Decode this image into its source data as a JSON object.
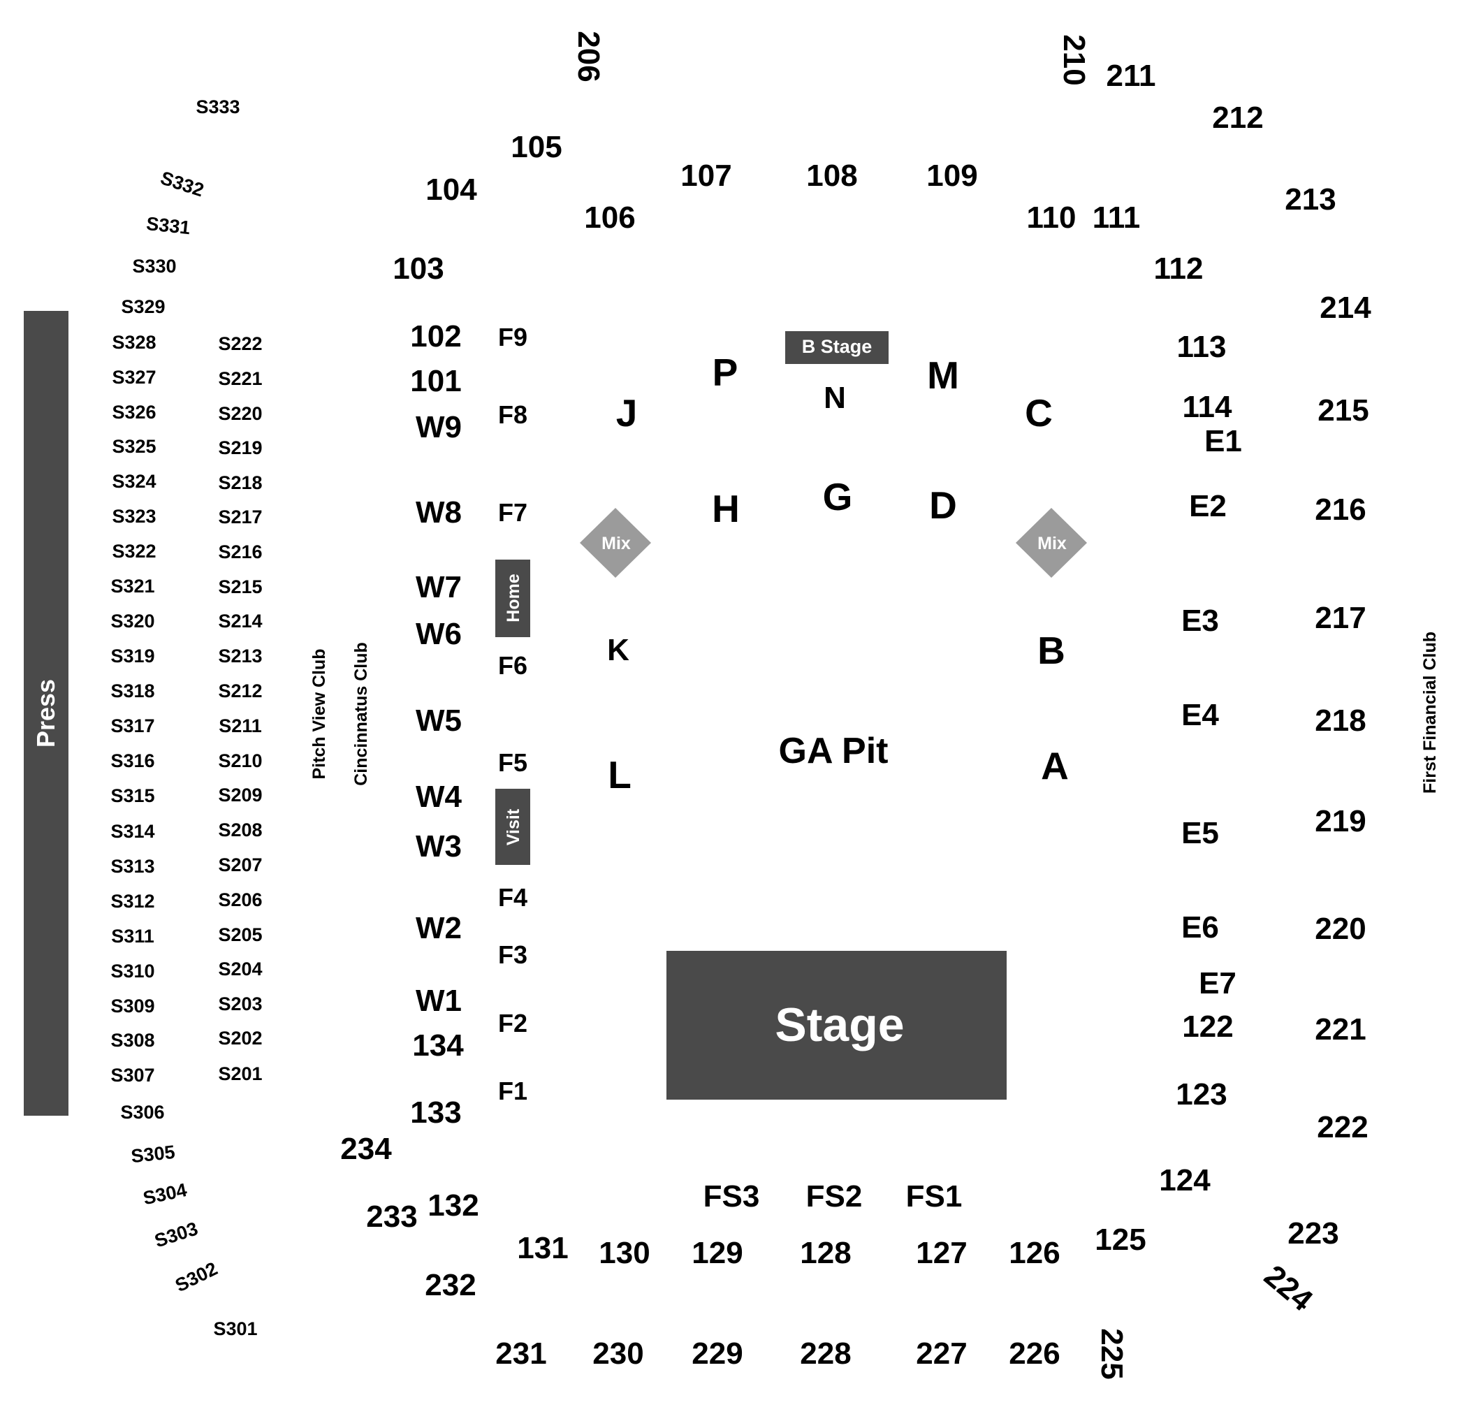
{
  "colors": {
    "block": "#4a4a4a",
    "mix": "#9b9b9b",
    "text": "#000000",
    "inverse": "#ffffff"
  },
  "features": {
    "press": "Press",
    "b_stage": "B Stage",
    "home": "Home",
    "visit": "Visit",
    "stage": "Stage",
    "mix_left": "Mix",
    "mix_right": "Mix",
    "ga_pit": "GA Pit",
    "pitch_view_club": "Pitch View Club",
    "cincinnatus_club": "Cincinnatus Club",
    "first_financial_club": "First Financial Club"
  },
  "floor_letters": [
    "P",
    "N",
    "M",
    "J",
    "C",
    "H",
    "G",
    "D",
    "K",
    "B",
    "L",
    "A"
  ],
  "field_sections": [
    "F9",
    "F8",
    "F7",
    "F6",
    "F5",
    "F4",
    "F3",
    "F2",
    "F1"
  ],
  "front_stage": [
    "FS3",
    "FS2",
    "FS1"
  ],
  "west_sections": [
    "W9",
    "W8",
    "W7",
    "W6",
    "W5",
    "W4",
    "W3",
    "W2",
    "W1"
  ],
  "east_sections": [
    "E1",
    "E2",
    "E3",
    "E4",
    "E5",
    "E6",
    "E7"
  ],
  "lower_sections": [
    "101",
    "102",
    "103",
    "104",
    "105",
    "106",
    "107",
    "108",
    "109",
    "110",
    "111",
    "112",
    "113",
    "114",
    "122",
    "123",
    "124",
    "125",
    "126",
    "127",
    "128",
    "129",
    "130",
    "131",
    "132",
    "133",
    "134"
  ],
  "upper_sections": [
    "206",
    "210",
    "211",
    "212",
    "213",
    "214",
    "215",
    "216",
    "217",
    "218",
    "219",
    "220",
    "221",
    "222",
    "223",
    "224",
    "225",
    "226",
    "227",
    "228",
    "229",
    "230",
    "231",
    "232",
    "233",
    "234"
  ],
  "suites_300": [
    "S333",
    "S332",
    "S331",
    "S330",
    "S329",
    "S328",
    "S327",
    "S326",
    "S325",
    "S324",
    "S323",
    "S322",
    "S321",
    "S320",
    "S319",
    "S318",
    "S317",
    "S316",
    "S315",
    "S314",
    "S313",
    "S312",
    "S311",
    "S310",
    "S309",
    "S308",
    "S307",
    "S306",
    "S305",
    "S304",
    "S303",
    "S302",
    "S301"
  ],
  "suites_200": [
    "S222",
    "S221",
    "S220",
    "S219",
    "S218",
    "S217",
    "S216",
    "S215",
    "S214",
    "S213",
    "S212",
    "S211",
    "S210",
    "S209",
    "S208",
    "S207",
    "S206",
    "S205",
    "S204",
    "S203",
    "S202",
    "S201"
  ]
}
